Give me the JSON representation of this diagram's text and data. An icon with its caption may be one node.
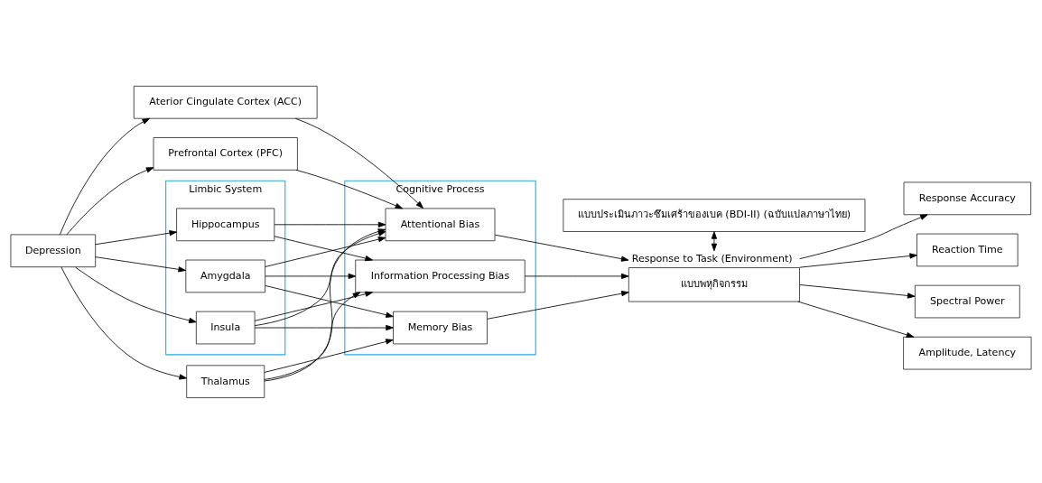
{
  "diagram": {
    "nodes": [
      {
        "text": [
          "Depression"
        ]
      },
      {
        "text": [
          "Aterior Cingulate Cortex (ACC)"
        ]
      },
      {
        "text": [
          "Prefrontal Cortex (PFC)"
        ]
      },
      {
        "text": [
          "Limbic System"
        ]
      },
      {
        "text": [
          "Hippocampus"
        ],
        "in": 3
      },
      {
        "text": [
          "Amygdala"
        ],
        "in": 3
      },
      {
        "text": [
          "Insula"
        ],
        "in": 3
      },
      {
        "text": [
          "Thalamus"
        ]
      },
      {
        "text": [
          "Cognitive Process"
        ]
      },
      {
        "text": [
          "Attentional Bias"
        ],
        "in": 8
      },
      {
        "text": [
          "Information Processing Bias"
        ],
        "in": 8
      },
      {
        "text": [
          "Memory Bias"
        ],
        "in": 8
      },
      {
        "text": [
          "แบบพหุกิจกรรม"
        ],
        "beside": [
          "Response to Task (Environment)"
        ]
      },
      {
        "text": [
          "แบบประเมินภาวะซึมเศร้าของเบค (BDI-II) (ฉบับแปลภาษาไทย)"
        ]
      },
      {
        "text": [
          "Response Accuracy"
        ]
      },
      {
        "text": [
          "Reaction Time"
        ]
      },
      {
        "text": [
          "Spectral Power"
        ]
      },
      {
        "text": [
          "Amplitude, Latency"
        ]
      }
    ],
    "edges": [
      {
        "from": 0,
        "to": 1,
        "arrow": "to"
      },
      {
        "from": 0,
        "to": 2,
        "arrow": "to"
      },
      {
        "from": 0,
        "to": 4,
        "arrow": "to"
      },
      {
        "from": 0,
        "to": 5,
        "arrow": "to"
      },
      {
        "from": 0,
        "to": 6,
        "arrow": "to"
      },
      {
        "from": 0,
        "to": 7,
        "arrow": "to"
      },
      {
        "from": 1,
        "to": 9,
        "arrow": "to"
      },
      {
        "from": 2,
        "to": 9,
        "arrow": "to"
      },
      {
        "from": 4,
        "to": 9,
        "arrow": "to"
      },
      {
        "from": 4,
        "to": 10,
        "arrow": "to"
      },
      {
        "from": 5,
        "to": 9,
        "arrow": "to"
      },
      {
        "from": 5,
        "to": 10,
        "arrow": "to"
      },
      {
        "from": 5,
        "to": 11,
        "arrow": "to"
      },
      {
        "from": 6,
        "to": 9,
        "arrow": "to"
      },
      {
        "from": 6,
        "to": 10,
        "arrow": "to"
      },
      {
        "from": 6,
        "to": 11,
        "arrow": "to"
      },
      {
        "from": 7,
        "to": 9,
        "arrow": "to"
      },
      {
        "from": 7,
        "to": 10,
        "arrow": "to"
      },
      {
        "from": 7,
        "to": 11,
        "arrow": "to"
      },
      {
        "from": 9,
        "to": 12,
        "arrow": "to"
      },
      {
        "from": 10,
        "to": 12,
        "arrow": "to"
      },
      {
        "from": 11,
        "to": 12,
        "arrow": "to"
      },
      {
        "from": 12,
        "to": 13,
        "arrow": "both"
      },
      {
        "from": 12,
        "to": 14,
        "arrow": "to"
      },
      {
        "from": 12,
        "to": 15,
        "arrow": "to"
      },
      {
        "from": 12,
        "to": 16,
        "arrow": "to"
      },
      {
        "from": 12,
        "to": 17,
        "arrow": "to"
      }
    ]
  }
}
